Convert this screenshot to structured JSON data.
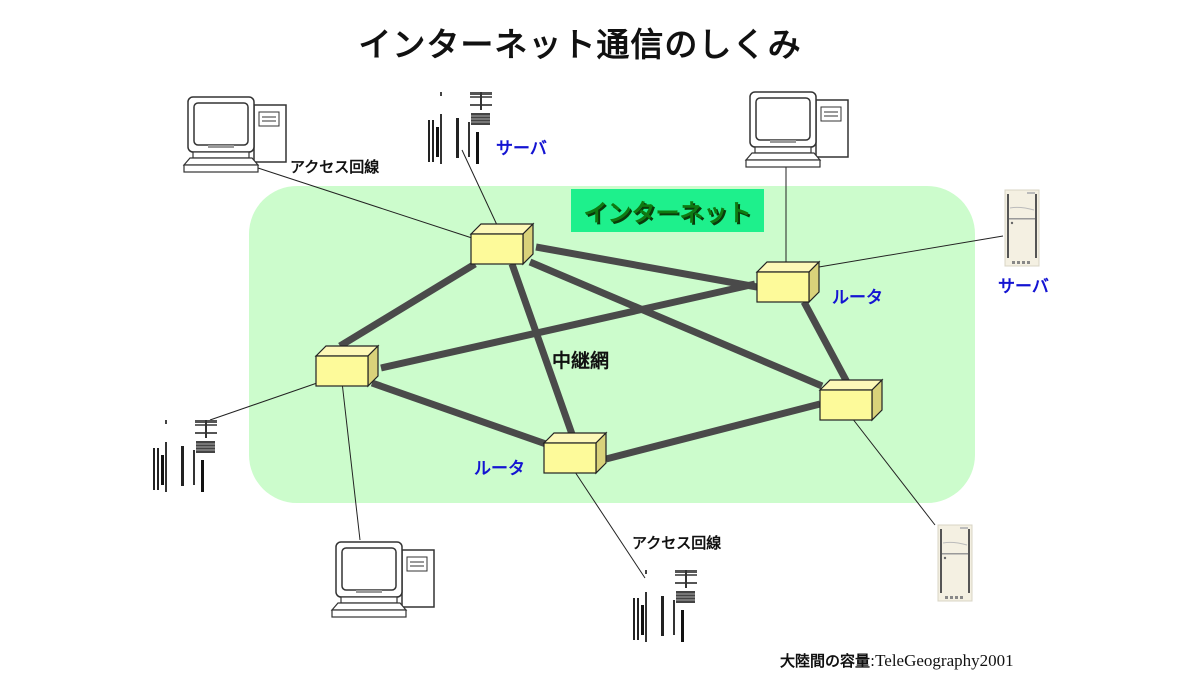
{
  "title": "インターネット通信のしくみ",
  "cloud": {
    "label": "インターネット",
    "fill": "#ccfccc",
    "badge_fill": "#1ef08c",
    "badge_text_color": "#0f7a12"
  },
  "labels": {
    "access_line_top": "アクセス回線",
    "access_line_bottom": "アクセス回線",
    "server_top": "サーバ",
    "server_right": "サーバ",
    "router_right": "ルータ",
    "router_bottom": "ルータ",
    "relay_network": "中継網"
  },
  "routers": [
    {
      "id": "router-top"
    },
    {
      "id": "router-right"
    },
    {
      "id": "router-left"
    },
    {
      "id": "router-bottom-right"
    },
    {
      "id": "router-bottom"
    }
  ],
  "devices": [
    {
      "id": "pc-top-left",
      "type": "computer-icon"
    },
    {
      "id": "pc-top-right",
      "type": "computer-icon"
    },
    {
      "id": "pc-bottom-left",
      "type": "computer-icon"
    },
    {
      "id": "server-top",
      "type": "server-glyph-icon"
    },
    {
      "id": "server-left",
      "type": "server-glyph-icon"
    },
    {
      "id": "server-bottom",
      "type": "server-glyph-icon"
    },
    {
      "id": "server-tower-right",
      "type": "server-tower-icon"
    },
    {
      "id": "server-tower-bottom-right",
      "type": "server-tower-icon"
    }
  ],
  "colors": {
    "router_fill": "#fdfa9a",
    "backbone_line": "#4a4a4a",
    "label_blue": "#1414d2"
  },
  "source": {
    "jp": "大陸間の容量",
    "sep": ":",
    "en": "TeleGeography2001"
  }
}
